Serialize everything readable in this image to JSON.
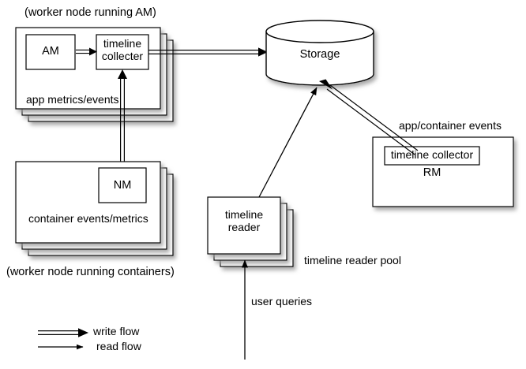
{
  "diagram": {
    "title_hidden": "",
    "labels": {
      "worker_node_am": "(worker node running AM)",
      "worker_node_containers": "(worker node running containers)",
      "app_metrics_events": "app metrics/events",
      "container_events_metrics": "container events/metrics",
      "app_container_events": "app/container events",
      "timeline_reader_pool": "timeline reader pool",
      "user_queries": "user queries"
    },
    "nodes": {
      "am": "AM",
      "timeline_collecter_am": "timeline collecter",
      "nm": "NM",
      "storage": "Storage",
      "timeline_reader": "timeline reader",
      "timeline_collector_rm": "timeline collector",
      "rm": "RM"
    },
    "legend": [
      {
        "key": "write-flow",
        "label": "write flow",
        "style": "double-line-arrow"
      },
      {
        "key": "read-flow",
        "label": "read flow",
        "style": "single-line-arrow"
      }
    ],
    "colors": {
      "stroke": "#000000",
      "fill": "#ffffff",
      "shadow": "#b3b3b3",
      "text": "#000000"
    }
  }
}
